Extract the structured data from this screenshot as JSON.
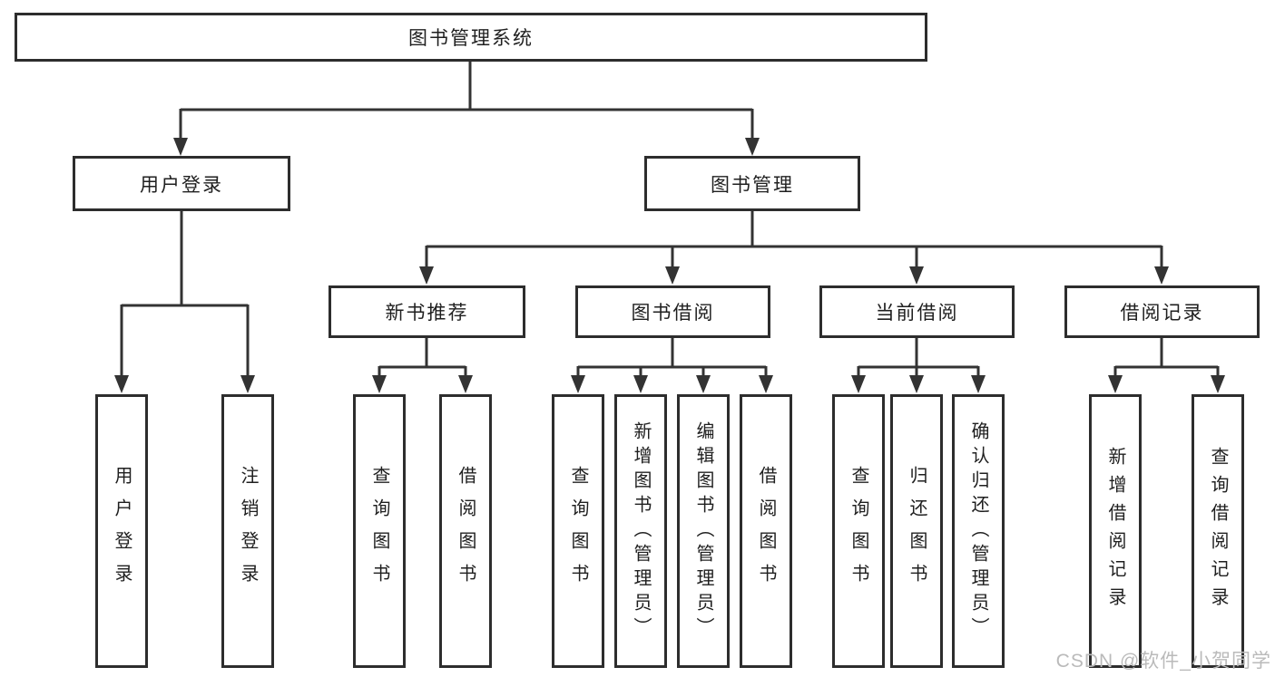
{
  "diagram": {
    "title": "图书管理系统",
    "type": "hierarchy-tree",
    "tree": {
      "label": "图书管理系统",
      "children": [
        {
          "label": "用户登录",
          "children": [
            {
              "label": "用户登录"
            },
            {
              "label": "注销登录"
            }
          ]
        },
        {
          "label": "图书管理",
          "children": [
            {
              "label": "新书推荐",
              "children": [
                {
                  "label": "查询图书"
                },
                {
                  "label": "借阅图书"
                }
              ]
            },
            {
              "label": "图书借阅",
              "children": [
                {
                  "label": "查询图书"
                },
                {
                  "label": "新增图书（管理员）"
                },
                {
                  "label": "编辑图书（管理员）"
                },
                {
                  "label": "借阅图书"
                }
              ]
            },
            {
              "label": "当前借阅",
              "children": [
                {
                  "label": "查询图书"
                },
                {
                  "label": "归还图书"
                },
                {
                  "label": "确认归还（管理员）"
                }
              ]
            },
            {
              "label": "借阅记录",
              "children": [
                {
                  "label": "新增借阅记录"
                },
                {
                  "label": "查询借阅记录"
                }
              ]
            }
          ]
        }
      ]
    },
    "colors": {
      "line": "#333333",
      "box_border": "#2d2d2d",
      "text": "#1f1f1f",
      "watermark": "#bababa",
      "background": "#ffffff"
    }
  },
  "watermark": "CSDN @软件_小贺同学"
}
